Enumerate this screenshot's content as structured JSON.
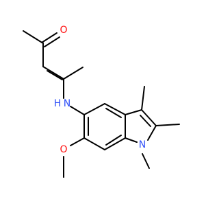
{
  "molecule": {
    "atoms": {
      "carbonyl_oxygen": {
        "symbol": "O",
        "color": "#ff0d0d"
      },
      "amine_nitrogen": {
        "symbol": "N",
        "color": "#3050f8"
      },
      "amine_hydrogen": {
        "symbol": "H",
        "color": "#3050f8"
      },
      "methoxy_oxygen": {
        "symbol": "O",
        "color": "#ff0d0d"
      },
      "indole_nitrogen": {
        "symbol": "N",
        "color": "#3050f8"
      }
    },
    "bond_color": "#000000",
    "background_color": "#ffffff"
  }
}
